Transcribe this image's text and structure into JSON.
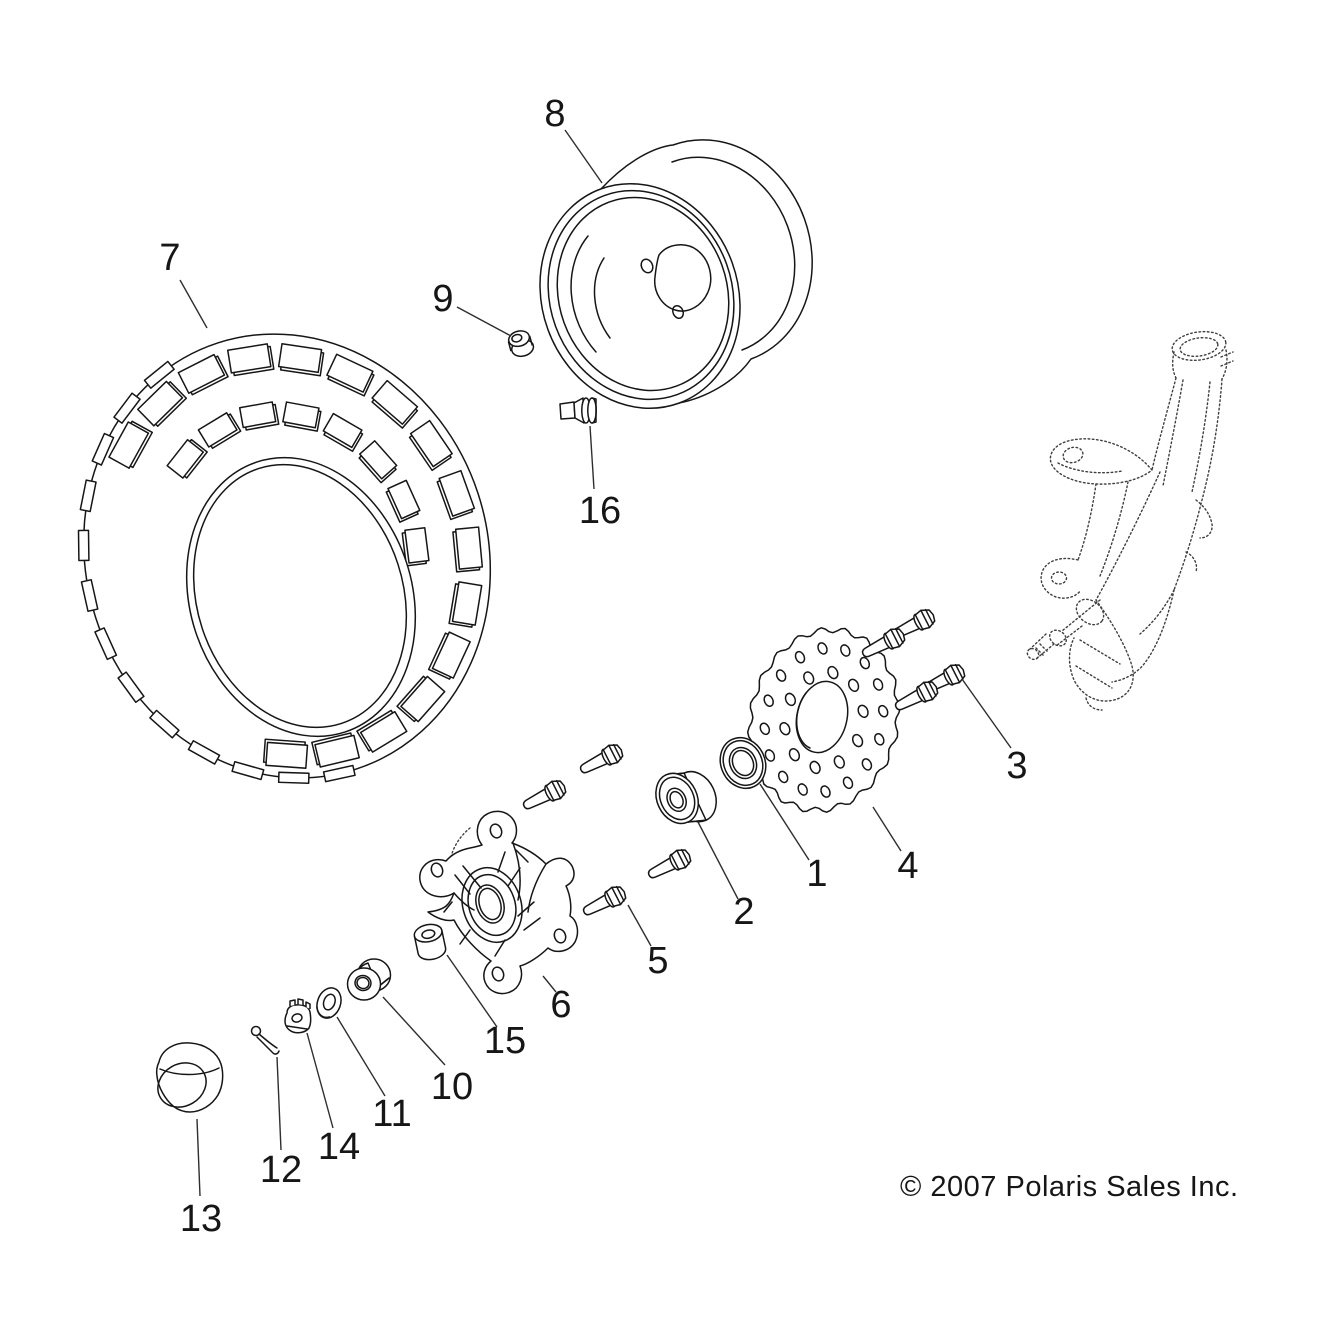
{
  "diagram": {
    "copyright": "© 2007 Polaris Sales Inc.",
    "colors": {
      "line": "#161616",
      "ghost_part": "#3f3f3f"
    },
    "callouts": [
      {
        "num": "1",
        "part": "seal",
        "label": [
          817,
          874
        ],
        "line": [
          760,
          784,
          809,
          860
        ]
      },
      {
        "num": "2",
        "part": "bearing-front",
        "label": [
          744,
          912
        ],
        "line": [
          698,
          822,
          738,
          899
        ]
      },
      {
        "num": "3",
        "part": "disc-bolt",
        "label": [
          1017,
          766
        ],
        "line": [
          962,
          679,
          1011,
          748
        ]
      },
      {
        "num": "4",
        "part": "brake-disc",
        "label": [
          908,
          866
        ],
        "line": [
          873,
          807,
          901,
          851
        ]
      },
      {
        "num": "5",
        "part": "hub-bolt",
        "label": [
          658,
          961
        ],
        "line": [
          628,
          905,
          651,
          946
        ]
      },
      {
        "num": "6",
        "part": "wheel-hub",
        "label": [
          561,
          1005
        ],
        "line": [
          543,
          976,
          556,
          992
        ]
      },
      {
        "num": "7",
        "part": "tire",
        "label": [
          170,
          258
        ],
        "line": [
          180,
          280,
          207,
          328
        ]
      },
      {
        "num": "8",
        "part": "wheel-rim",
        "label": [
          555,
          114
        ],
        "line": [
          565,
          130,
          602,
          183
        ]
      },
      {
        "num": "9",
        "part": "flange-nut",
        "label": [
          443,
          299
        ],
        "line": [
          457,
          307,
          511,
          336
        ]
      },
      {
        "num": "10",
        "part": "bearing-outer",
        "label": [
          452,
          1087
        ],
        "line": [
          383,
          997,
          445,
          1065
        ]
      },
      {
        "num": "11",
        "part": "washer",
        "label": [
          392,
          1114
        ],
        "line": [
          337,
          1017,
          385,
          1096
        ]
      },
      {
        "num": "12",
        "part": "cotter-pin",
        "label": [
          281,
          1170
        ],
        "line": [
          277,
          1057,
          281,
          1150
        ]
      },
      {
        "num": "13",
        "part": "dust-cap",
        "label": [
          201,
          1219
        ],
        "line": [
          197,
          1119,
          200,
          1196
        ]
      },
      {
        "num": "14",
        "part": "castle-nut",
        "label": [
          339,
          1147
        ],
        "line": [
          307,
          1033,
          333,
          1128
        ]
      },
      {
        "num": "15",
        "part": "spacer",
        "label": [
          505,
          1041
        ],
        "line": [
          447,
          955,
          497,
          1027
        ]
      },
      {
        "num": "16",
        "part": "valve-stem",
        "label": [
          600,
          511
        ],
        "line": [
          590,
          426,
          594,
          489
        ]
      }
    ]
  }
}
